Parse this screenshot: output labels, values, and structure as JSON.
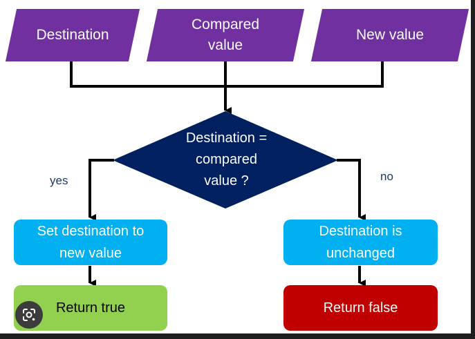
{
  "inputs": {
    "destination": "Destination",
    "compared_line1": "Compared",
    "compared_line2": "value",
    "new_value": "New value"
  },
  "decision": {
    "line1": "Destination =",
    "line2": "compared",
    "line3": "value ?"
  },
  "branches": {
    "yes": "yes",
    "no": "no"
  },
  "yes_path": {
    "action_line1": "Set destination to",
    "action_line2": "new value",
    "result": "Return true"
  },
  "no_path": {
    "action_line1": "Destination is",
    "action_line2": "unchanged",
    "result": "Return false"
  },
  "colors": {
    "input": "#7030a0",
    "decision": "#002060",
    "action": "#00b0f0",
    "true_result": "#92d050",
    "false_result": "#c00000"
  },
  "overlay": {
    "icon": "lens-search-icon"
  }
}
